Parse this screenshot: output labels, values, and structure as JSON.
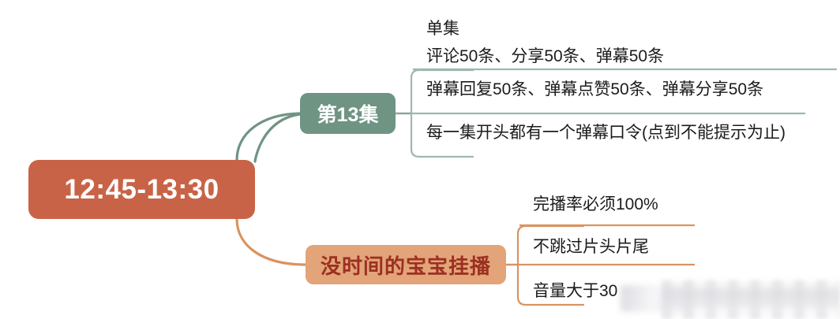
{
  "mindmap": {
    "root": {
      "label": "12:45-13:30",
      "color": "#c96347",
      "text_color": "#ffffff"
    },
    "branches": [
      {
        "id": "branch-episode-13",
        "label": "第13集",
        "color": "#6f9484",
        "text_color": "#ffffff",
        "link_color": "#6f9484",
        "children": [
          {
            "id": "leaf-single-episode",
            "line1": "单集",
            "line2": "评论50条、分享50条、弹幕50条"
          },
          {
            "id": "leaf-danmaku-actions",
            "line1": "弹幕回复50条、弹幕点赞50条、弹幕分享50条"
          },
          {
            "id": "leaf-danmaku-password",
            "line1": "每一集开头都有一个弹幕口令(点到不能提示为止)"
          }
        ]
      },
      {
        "id": "branch-idle-play",
        "label": "没时间的宝宝挂播",
        "color": "#e2a478",
        "text_color": "#9c2f22",
        "link_color": "#d9935f",
        "children": [
          {
            "id": "leaf-completion-rate",
            "line1": "完播率必须100%"
          },
          {
            "id": "leaf-no-skip",
            "line1": "不跳过片头片尾"
          },
          {
            "id": "leaf-volume",
            "line1": "音量大于30"
          }
        ]
      }
    ]
  }
}
